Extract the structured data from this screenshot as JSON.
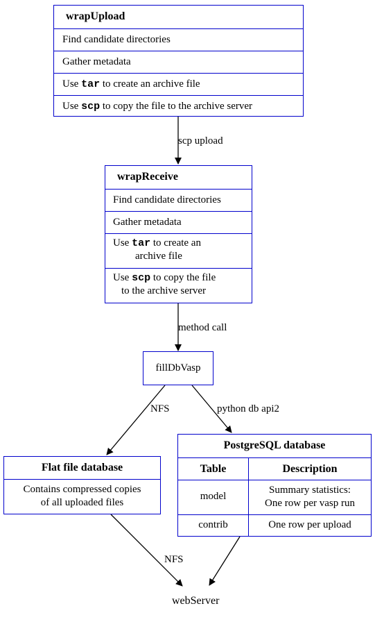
{
  "wrap_upload": {
    "title": "wrapUpload",
    "rows": [
      {
        "text": "Find candidate directories"
      },
      {
        "text": "Gather metadata"
      },
      {
        "pre": "Use ",
        "code": "tar",
        "post": " to create an archive file"
      },
      {
        "pre": "Use ",
        "code": "scp",
        "post": " to copy the file to the archive server"
      }
    ]
  },
  "edge_scp_upload": "scp upload",
  "wrap_receive": {
    "title": "wrapReceive",
    "rows": [
      {
        "text": "Find candidate directories"
      },
      {
        "text": "Gather metadata"
      },
      {
        "pre": "Use ",
        "code": "tar",
        "post": " to create an",
        "line2": "archive file"
      },
      {
        "pre": "Use ",
        "code": "scp",
        "post": " to copy the file",
        "line2": "to the archive server"
      }
    ]
  },
  "edge_method_call": "method call",
  "fill_db": "fillDbVasp",
  "edge_nfs_1": "NFS",
  "edge_python_db": "python db api2",
  "flat_file": {
    "title": "Flat file database",
    "line1": "Contains compressed copies",
    "line2": "of all uploaded files"
  },
  "postgres": {
    "title": "PostgreSQL database",
    "col_headers": [
      "Table",
      "Description"
    ],
    "rows": [
      {
        "table": "model",
        "desc_line1": "Summary statistics:",
        "desc_line2": "One row per vasp run"
      },
      {
        "table": "contrib",
        "desc_line1": "One row per upload"
      }
    ]
  },
  "edge_nfs_2": "NFS",
  "web_server": "webServer"
}
